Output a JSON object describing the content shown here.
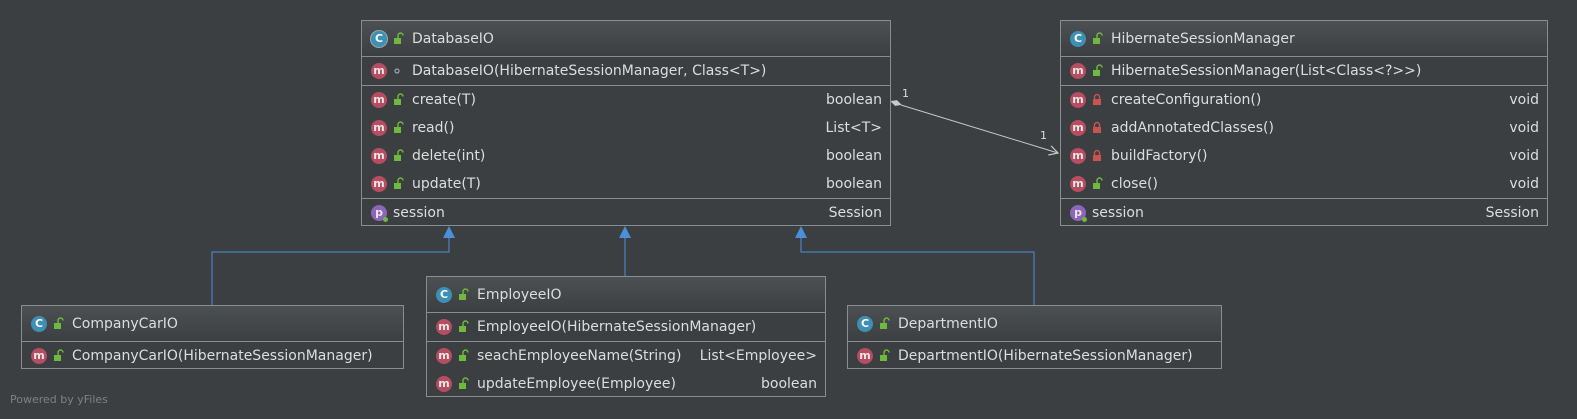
{
  "classes": {
    "database_io": {
      "name": "DatabaseIO",
      "constructor": "DatabaseIO(HibernateSessionManager, Class<T>)",
      "methods": [
        {
          "name": "create(T)",
          "type": "boolean"
        },
        {
          "name": "read()",
          "type": "List<T>"
        },
        {
          "name": "delete(int)",
          "type": "boolean"
        },
        {
          "name": "update(T)",
          "type": "boolean"
        }
      ],
      "property": {
        "name": "session",
        "type": "Session"
      }
    },
    "hibernate_session_manager": {
      "name": "HibernateSessionManager",
      "constructor": "HibernateSessionManager(List<Class<?>>)",
      "methods": [
        {
          "name": "createConfiguration()",
          "type": "void"
        },
        {
          "name": "addAnnotatedClasses()",
          "type": "void"
        },
        {
          "name": "buildFactory()",
          "type": "void"
        },
        {
          "name": "close()",
          "type": "void"
        }
      ],
      "property": {
        "name": "session",
        "type": "Session"
      }
    },
    "company_car_io": {
      "name": "CompanyCarIO",
      "constructor": "CompanyCarIO(HibernateSessionManager)"
    },
    "employee_io": {
      "name": "EmployeeIO",
      "constructor": "EmployeeIO(HibernateSessionManager)",
      "methods": [
        {
          "name": "seachEmployeeName(String)",
          "type": "List<Employee>"
        },
        {
          "name": "updateEmployee(Employee)",
          "type": "boolean"
        }
      ]
    },
    "department_io": {
      "name": "DepartmentIO",
      "constructor": "DepartmentIO(HibernateSessionManager)"
    }
  },
  "association": {
    "source_multiplicity": "1",
    "target_multiplicity": "1"
  },
  "icons": {
    "class_kind": "C",
    "method_kind": "m",
    "property_kind": "p"
  },
  "colors": {
    "background": "#3c3f41",
    "border": "#8a8d8f",
    "inheritance_edge": "#4a90d9",
    "association_edge": "#c8c8c8",
    "public": "#6fba3c",
    "private": "#c75450"
  },
  "watermark": "Powered by yFiles"
}
